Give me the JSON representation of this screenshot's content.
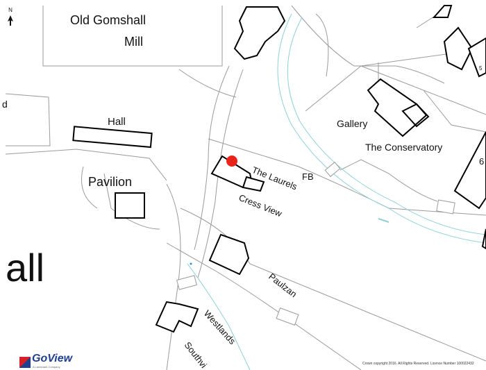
{
  "map": {
    "north_label": "N",
    "place_labels": {
      "old_gomshall": "Old Gomshall",
      "mill": "Mill",
      "hall": "Hall",
      "pavilion": "Pavilion",
      "big_hall_fragment": "all",
      "left_edge_fragment": "d",
      "gallery": "Gallery",
      "the_conservatory": "The Conservatory",
      "the_laurels": "The Laurels",
      "fb": "FB",
      "cress_view": "Cress View",
      "paulzan": "Paulzan",
      "westlands": "Westlands",
      "southview": "Southvi",
      "number_6": "6",
      "number_51": "5"
    },
    "marker": {
      "color": "#e8241b"
    },
    "colors": {
      "building_outline": "#000000",
      "road_line": "#999999",
      "water_line": "#8fd0d6"
    }
  },
  "footer": {
    "copyright": "Crown copyright 2016. All Rights Reserved. Licence Number 100022432",
    "brand": "GoView",
    "brand_sub": "A Landmark Company",
    "brand_color": "#1f3f8f",
    "brand_accent": "#d62027"
  }
}
